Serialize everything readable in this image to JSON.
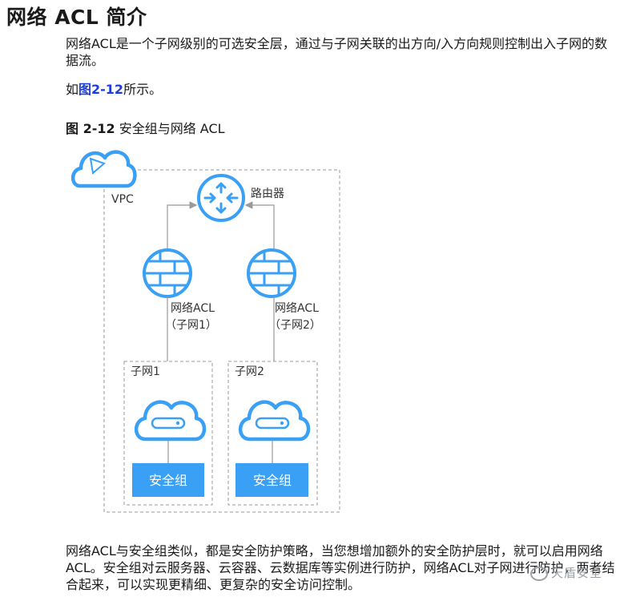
{
  "heading": "网络 ACL 简介",
  "intro": "网络ACL是一个子网级别的可选安全层，通过与子网关联的出方向/入方向规则控制出入子网的数据流。",
  "reference": {
    "prefix": "如",
    "link": "图2-12",
    "suffix": "所示。"
  },
  "figure": {
    "number": "图 2-12",
    "title": "安全组与网络 ACL",
    "vpc_label": "VPC",
    "router_label": "路由器",
    "acl1_line1": "网络ACL",
    "acl1_line2": "（子网1）",
    "acl2_line1": "网络ACL",
    "acl2_line2": "（子网2）",
    "subnet1_label": "子网1",
    "subnet2_label": "子网2",
    "sg1_label": "安全组",
    "sg2_label": "安全组"
  },
  "outro": "网络ACL与安全组类似，都是安全防护策略，当您想增加额外的安全防护层时，就可以启用网络ACL。安全组对云服务器、云容器、云数据库等实例进行防护，网络ACL对子网进行防护，两者结合起来，可以实现更精细、更复杂的安全访问控制。",
  "watermark": "天盾安全",
  "colors": {
    "accent_blue": "#3aa0f5",
    "link_blue": "#1b3fd6",
    "line_gray": "#999999"
  },
  "icons": [
    "vpc-cloud-icon",
    "router-icon",
    "firewall-icon",
    "server-cloud-icon"
  ]
}
